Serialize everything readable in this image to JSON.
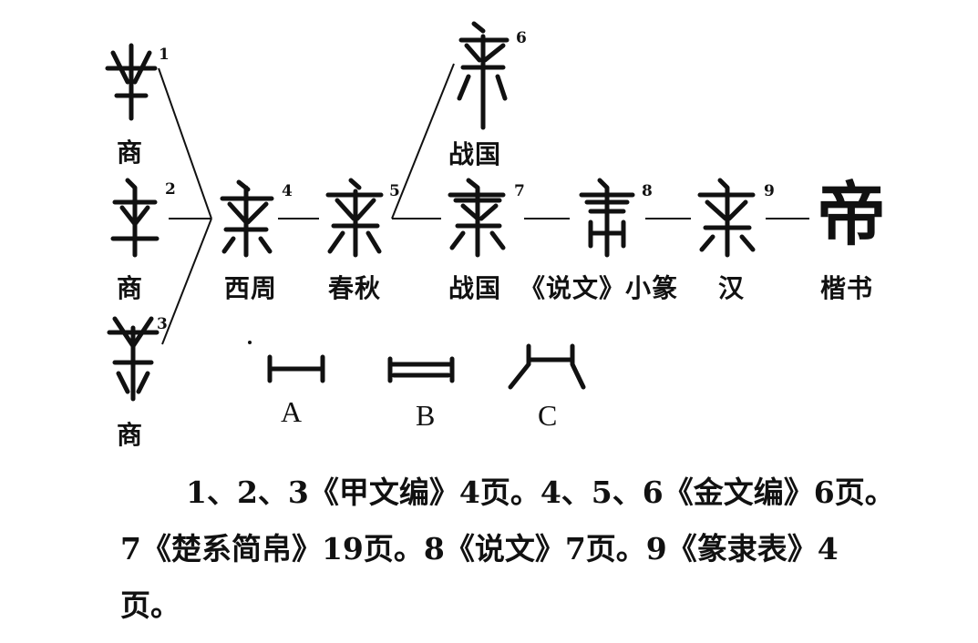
{
  "captions": {
    "c1": "商",
    "c2": "商",
    "c3": "商",
    "c4": "西周",
    "c5": "春秋",
    "c6": "战国",
    "c7": "战国",
    "c8": "《说文》小篆",
    "c9": "汉",
    "c10": "楷书"
  },
  "numbers": {
    "n1": "1",
    "n2": "2",
    "n3": "3",
    "n4": "4",
    "n5": "5",
    "n6": "6",
    "n7": "7",
    "n8": "8",
    "n9": "9"
  },
  "final_char": "帝",
  "letters": {
    "a": "A",
    "b": "B",
    "c": "C"
  },
  "paragraph": "1、2、3《甲文编》4页。4、5、6《金文编》6页。7《楚系简帛》19页。8《说文》7页。9《篆隶表》4页。"
}
